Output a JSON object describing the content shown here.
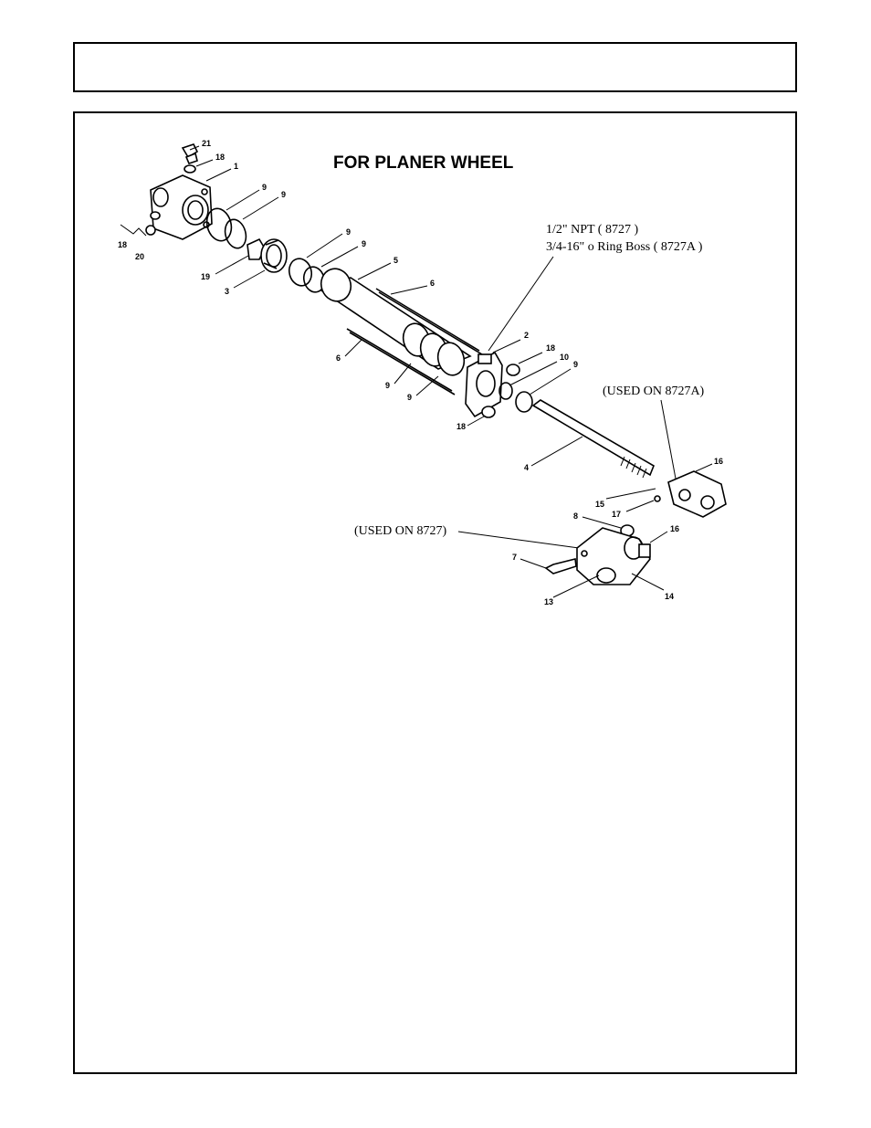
{
  "header": {
    "text": ""
  },
  "diagram": {
    "title": "FOR PLANER WHEEL",
    "port_note_line1": "1/2\" NPT ( 8727 )",
    "port_note_line2": "3/4-16\" o Ring Boss ( 8727A )",
    "used_on_8727a": "(USED ON 8727A)",
    "used_on_8727": "(USED ON 8727)",
    "part_labels": {
      "p21": "21",
      "p18a": "18",
      "p1": "1",
      "p9a": "9",
      "p9b": "9",
      "p18b": "18",
      "p20": "20",
      "p19": "19",
      "p3": "3",
      "p9c": "9",
      "p9d": "9",
      "p5": "5",
      "p6a": "6",
      "p6b": "6",
      "p9e": "9",
      "p9f": "9",
      "p2": "2",
      "p18c": "18",
      "p10": "10",
      "p9g": "9",
      "p18d": "18",
      "p4": "4",
      "p16a": "16",
      "p15": "15",
      "p17": "17",
      "p8": "8",
      "p16b": "16",
      "p7": "7",
      "p13": "13",
      "p14": "14"
    }
  }
}
